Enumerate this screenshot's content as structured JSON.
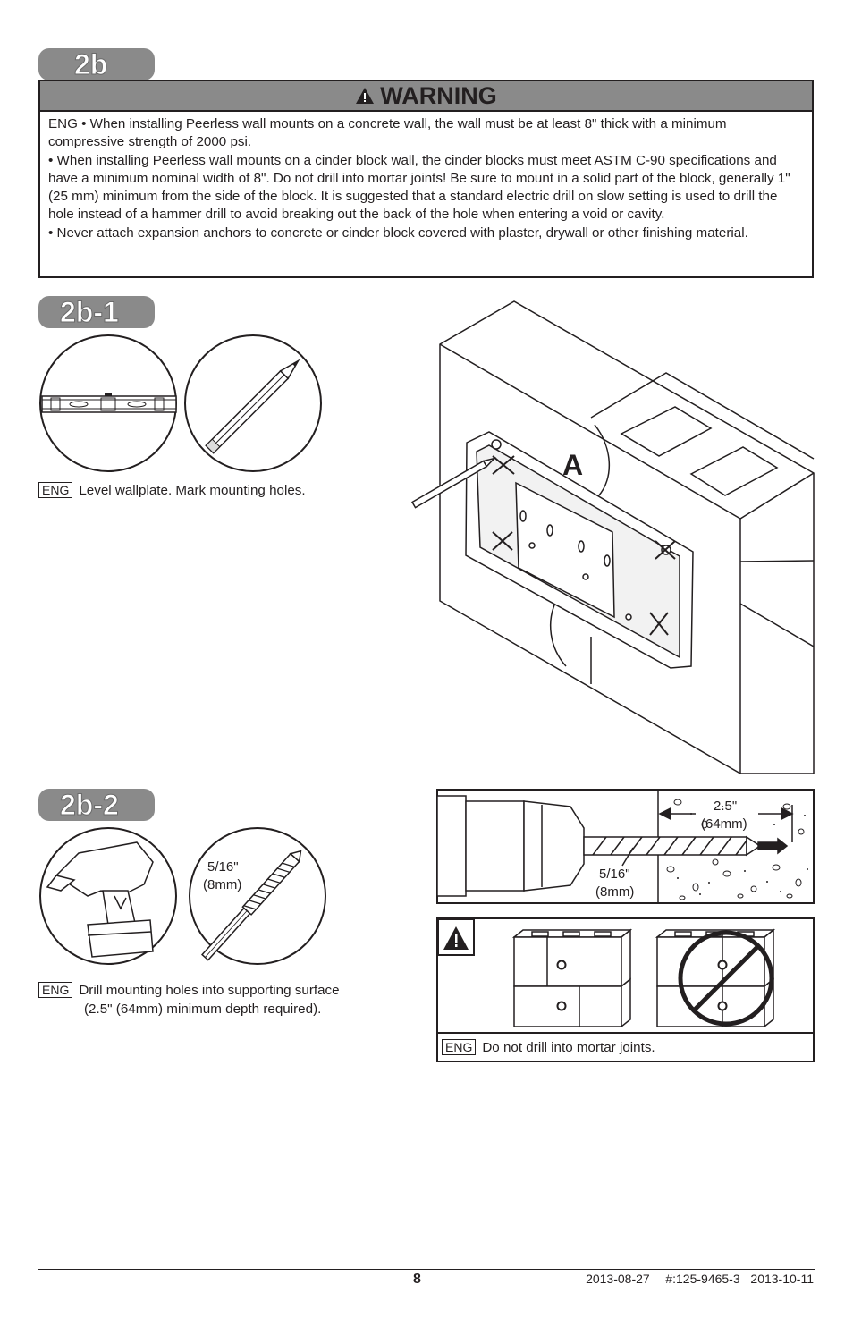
{
  "section_2b": {
    "tab": "2b",
    "warning": {
      "title": "WARNING",
      "paragraphs": [
        "ENG • When installing Peerless wall mounts on a concrete wall, the wall must be at least 8\" thick with a minimum compressive strength of 2000 psi.",
        "• When installing Peerless wall mounts on a cinder block wall, the cinder blocks must meet ASTM C-90 specifications and have a minimum nominal width of 8\". Do not drill into mortar joints! Be sure to mount in a solid part of the block, generally 1\" (25 mm) minimum from the side of the block. It is suggested that a standard electric drill on slow setting is used to drill the hole instead of a hammer drill to avoid breaking out the back of the hole when entering a void or cavity.",
        "• Never attach expansion anchors to concrete or cinder block covered with plaster, drywall or other finishing material."
      ]
    }
  },
  "section_2b1": {
    "tab": "2b-1",
    "lang": "ENG",
    "caption": "Level wallplate.  Mark mounting holes.",
    "label_a": "A"
  },
  "section_2b2": {
    "tab": "2b-2",
    "lang": "ENG",
    "caption_line1": "Drill mounting holes into supporting surface",
    "caption_line2": "(2.5\" (64mm) minimum depth required).",
    "bit_size_1": "5/16\"",
    "bit_size_2": "(8mm)",
    "depth_1": "2.5\"",
    "depth_2": "(64mm)",
    "drill_size_1": "5/16\"",
    "drill_size_2": "(8mm)",
    "mortar_lang": "ENG",
    "mortar_caption": "Do not drill into mortar joints."
  },
  "footer": {
    "page_number": "8",
    "meta": "2013-08-27   #:125-9465-3  2013-10-11"
  }
}
